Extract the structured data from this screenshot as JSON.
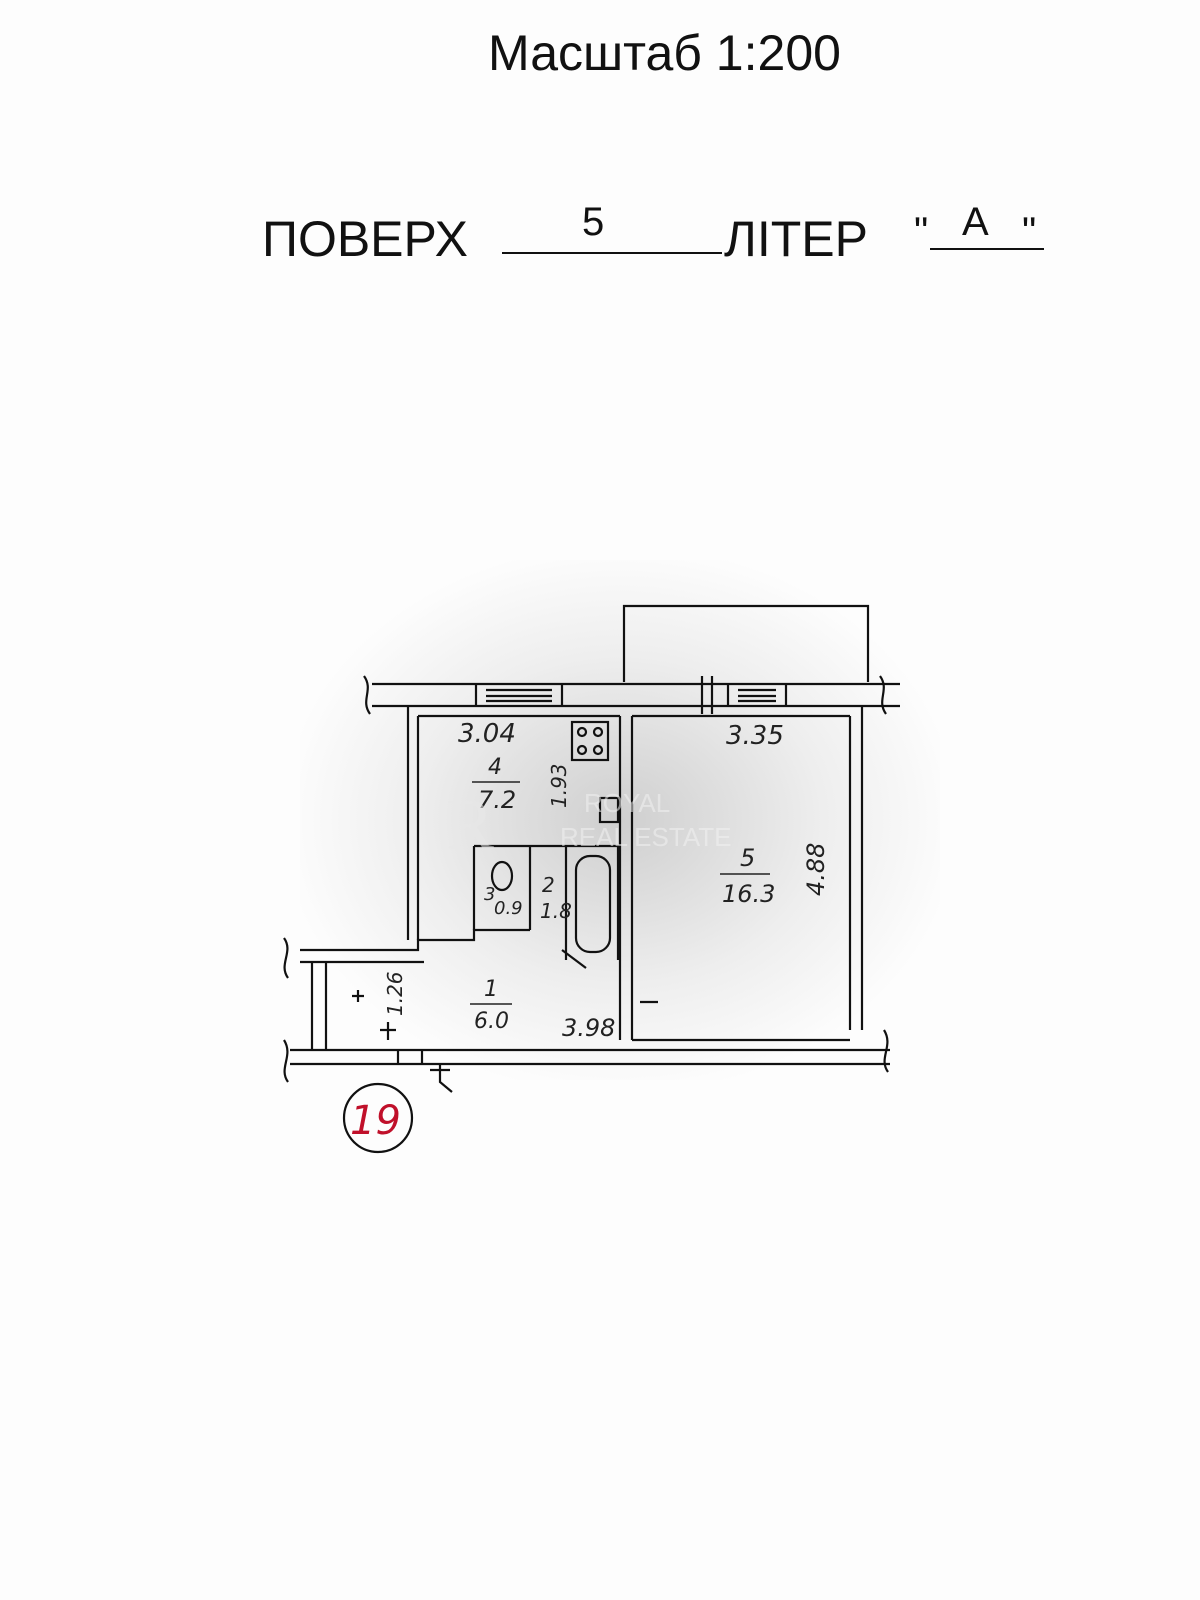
{
  "header": {
    "scale": "Масштаб 1:200",
    "floor_label": "ПОВЕРХ",
    "floor_value": "5",
    "liter_label": "ЛІТЕР",
    "liter_quote_open": "\"",
    "liter_value": "А",
    "liter_quote_close": "\""
  },
  "plan": {
    "rooms": [
      {
        "number": "1",
        "area": "6.0"
      },
      {
        "number": "2",
        "area": "1.8"
      },
      {
        "number": "3",
        "area": "0.9"
      },
      {
        "number": "4",
        "area": "7.2"
      },
      {
        "number": "5",
        "area": "16.3"
      }
    ],
    "dimensions": {
      "kitchen_width": "3.04",
      "room_width": "3.35",
      "room_depth": "4.88",
      "hall_width": "3.98",
      "kitchen_depth": "1.93",
      "vestibule": "1.26"
    },
    "apartment_number": "19",
    "watermark": {
      "line1": "ROYAL",
      "line2": "REAL ESTATE",
      "mark": "R"
    }
  },
  "colors": {
    "ink": "#111111",
    "stamp_red": "#c0102a",
    "paper": "#fdfdfd"
  }
}
